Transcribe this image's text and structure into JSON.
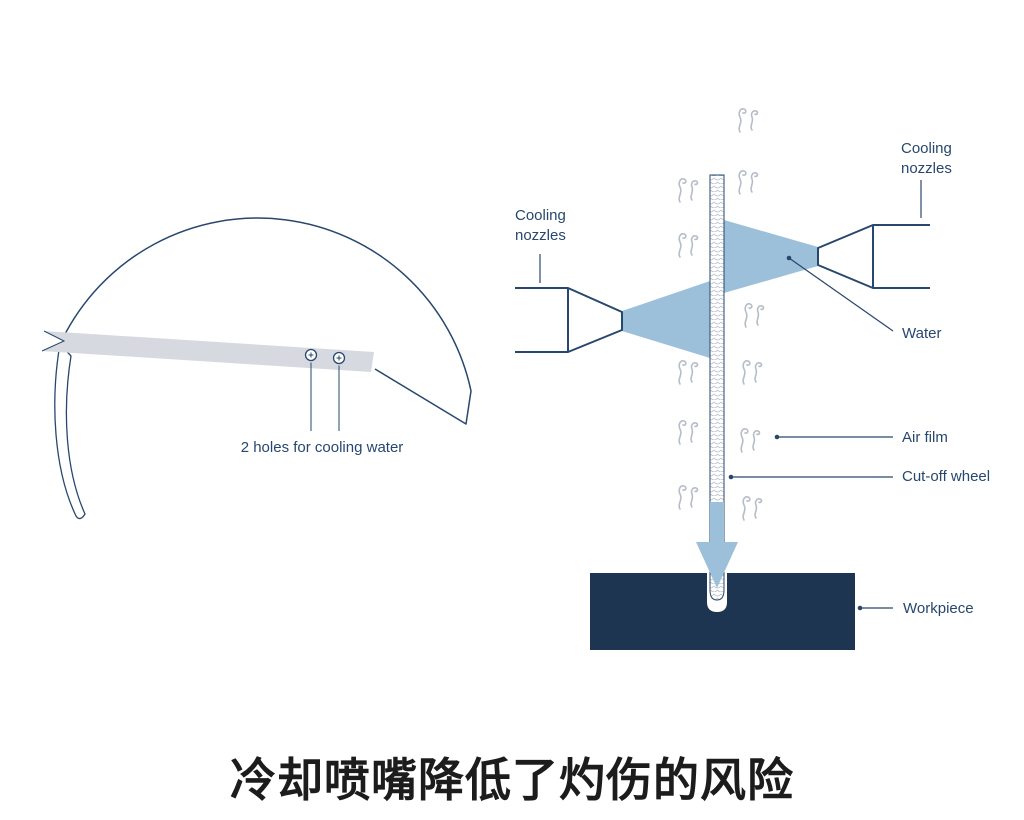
{
  "title": "冷却喷嘴降低了灼伤的风险",
  "labels": {
    "holes": "2 holes for cooling water",
    "cooling_nozzles_left": "Cooling\nnozzles",
    "cooling_nozzles_right": "Cooling\nnozzles",
    "water": "Water",
    "air_film": "Air film",
    "cut_off_wheel": "Cut-off wheel",
    "workpiece": "Workpiece"
  },
  "colors": {
    "outline_navy": "#27476e",
    "water_blue": "#9cc0da",
    "workpiece_navy": "#1d3550",
    "steam_gray": "#b6bdc8",
    "guard_bar_gray": "#d7d9e0",
    "label_text": "#27476e",
    "title_text": "#1c1c1c"
  }
}
